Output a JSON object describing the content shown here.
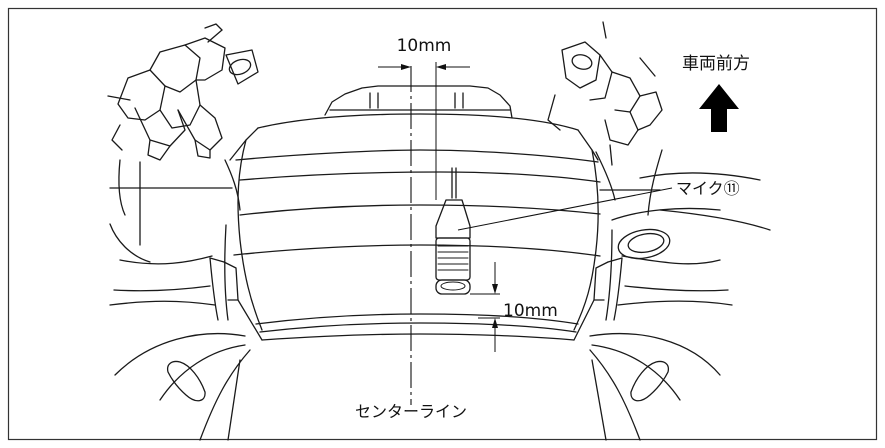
{
  "labels": {
    "top_dimension": "10mm",
    "vehicle_front": "車両前方",
    "microphone": "マイク⑪",
    "bottom_dimension": "10mm",
    "center_line": "センターライン"
  },
  "colors": {
    "line": "#1a1a1a",
    "background": "#ffffff",
    "arrow": "#000000"
  }
}
